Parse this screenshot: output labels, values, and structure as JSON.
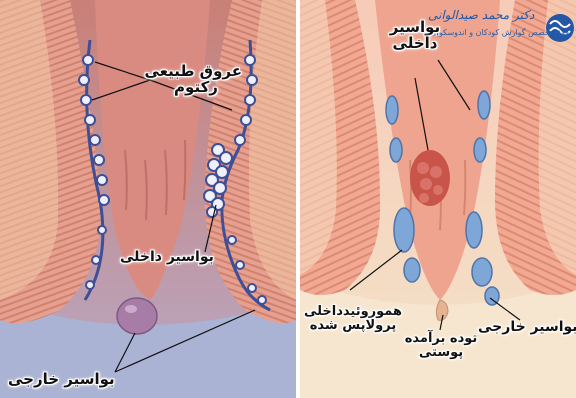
{
  "left_panel": {
    "labels": {
      "natural_veins_line1": "عروق طبیعی",
      "natural_veins_line2": "رکتوم",
      "internal_hemorrhoid": "بواسیر داخلی",
      "external_hemorrhoid": "بواسیر خارجی"
    }
  },
  "right_panel": {
    "logo": {
      "icon": "clinic-logo-icon",
      "title": "دکتر محمد صیدالوانی",
      "subtitle": "فوق تخصص گوارش کودکان و اندوسکوپی"
    },
    "labels": {
      "internal_hemorrhoid_line1": "بواسیر",
      "internal_hemorrhoid_line2": "داخلی",
      "prolapsed_line1": "هموروئیدداخلی",
      "prolapsed_line2": "پرولاپس شده",
      "skin_tag_line1": "توده برآمده",
      "skin_tag_line2": "پوستی",
      "external_hemorrhoid": "بواسیر خارجی"
    }
  },
  "colors": {
    "left_flesh": "#d9837a",
    "left_muscle": "#e59a8e",
    "left_bg": "#a9b2cf",
    "right_flesh": "#f0b39e",
    "right_muscle": "#e89883",
    "vein_blue": "#5b6fb0",
    "hemorrhoid_blue": "#7ea6d6"
  }
}
